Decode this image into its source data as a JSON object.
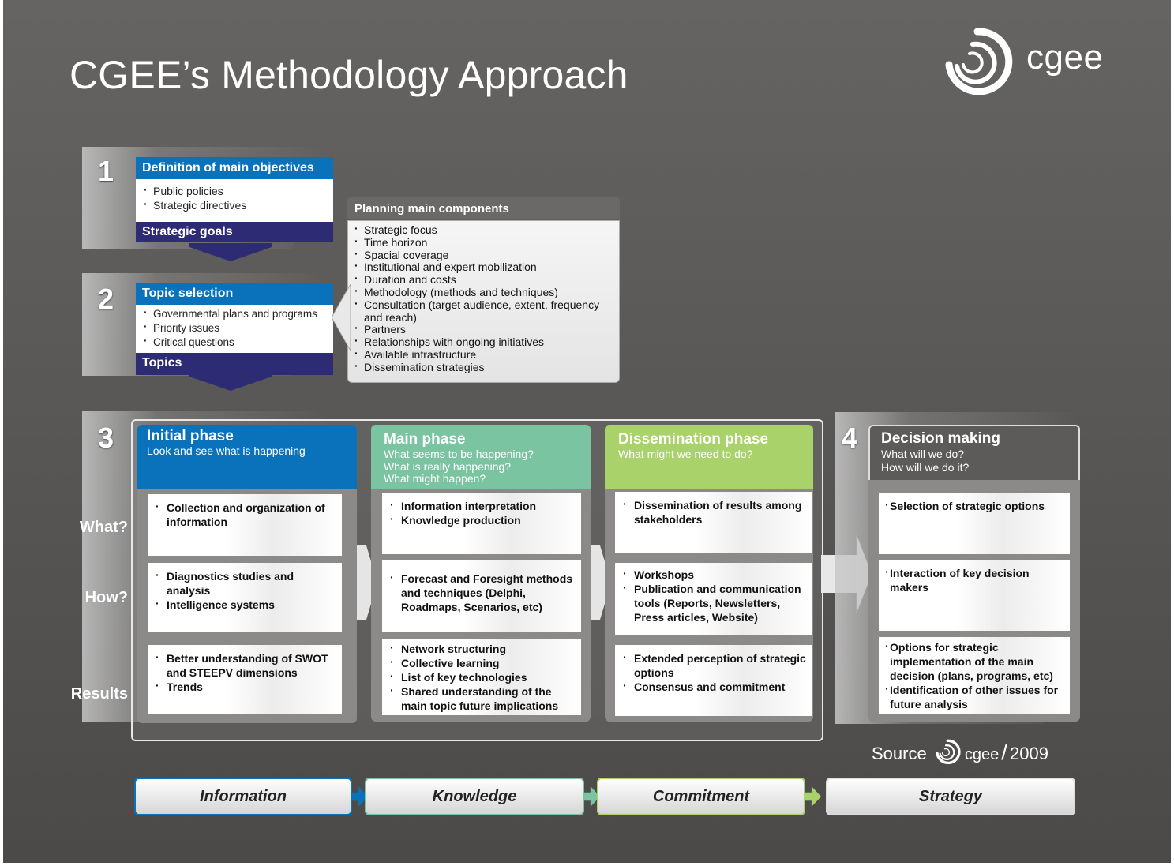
{
  "title": "CGEE’s Methodology Approach",
  "logo": {
    "text": "cgee"
  },
  "step1": {
    "number": "1",
    "header": "Definition of main objectives",
    "items": [
      "Public policies",
      "Strategic directives"
    ],
    "footer": "Strategic goals"
  },
  "step2": {
    "number": "2",
    "header": "Topic selection",
    "items": [
      "Governmental plans and programs",
      "Priority issues",
      "Critical questions"
    ],
    "footer": "Topics"
  },
  "planning": {
    "header": "Planning main components",
    "items": [
      "Strategic focus",
      "Time horizon",
      "Spacial coverage",
      "Institutional and expert mobilization",
      "Duration and costs",
      "Methodology (methods and techniques)",
      "Consultation (target audience, extent, frequency and reach)",
      "Partners",
      "Relationships with ongoing initiatives",
      "Available infrastructure",
      "Dissemination strategies"
    ]
  },
  "step3": {
    "number": "3"
  },
  "row_labels": {
    "what": "What?",
    "how": "How?",
    "results": "Results"
  },
  "phases": [
    {
      "title": "Initial phase",
      "subtitle": [
        "Look and see what is happening"
      ],
      "what": [
        "Collection and organization of information"
      ],
      "how": [
        "Diagnostics studies and analysis",
        "Intelligence systems"
      ],
      "results": [
        "Better understanding of SWOT and STEEPV dimensions",
        "Trends"
      ]
    },
    {
      "title": "Main phase",
      "subtitle": [
        "What seems to be happening?",
        "What is really happening?",
        "What might happen?"
      ],
      "what": [
        "Information interpretation",
        "Knowledge production"
      ],
      "how": [
        "Forecast and Foresight methods and techniques (Delphi, Roadmaps, Scenarios, etc)"
      ],
      "results": [
        "Network structuring",
        "Collective learning",
        "List of key technologies",
        "Shared understanding of the main topic future implications"
      ]
    },
    {
      "title": "Dissemination phase",
      "subtitle": [
        "What might we need to do?"
      ],
      "what": [
        "Dissemination of results among stakeholders"
      ],
      "how": [
        "Workshops",
        "Publication and communication tools (Reports, Newsletters, Press articles, Website)"
      ],
      "results": [
        "Extended perception of strategic options",
        "Consensus and commitment"
      ]
    }
  ],
  "step4": {
    "number": "4",
    "title": "Decision making",
    "subtitle": [
      "What will we do?",
      "How will we do it?"
    ],
    "what": [
      "Selection of strategic options"
    ],
    "how": [
      "Interaction of key decision makers"
    ],
    "results": [
      "Options for strategic implementation of the main decision (plans, programs, etc)",
      "Identification of other issues for future analysis"
    ]
  },
  "source": {
    "label": "Source",
    "org": "cgee",
    "year": "2009"
  },
  "flow": [
    "Information",
    "Knowledge",
    "Commitment",
    "Strategy"
  ],
  "colors": {
    "blue": "#0a72bb",
    "navy": "#2d2b74",
    "teal": "#7bc4a2",
    "lime": "#a9d26a",
    "dark_gray": "#5d5b5a"
  }
}
